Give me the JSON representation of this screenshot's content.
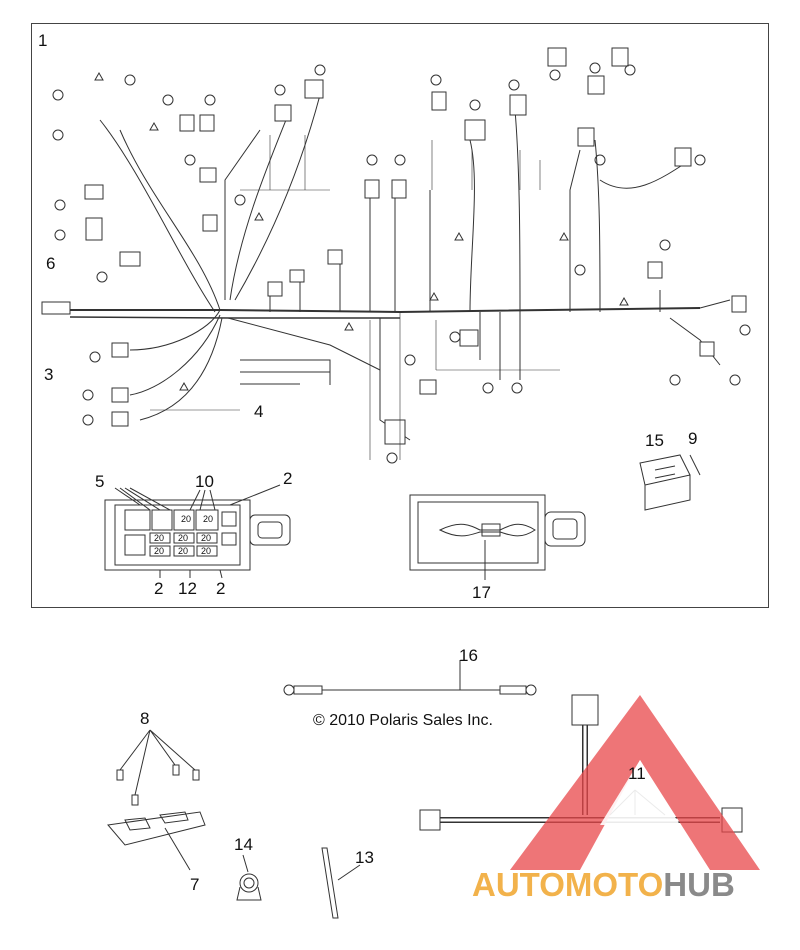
{
  "diagram": {
    "frame_label": "1",
    "callouts": {
      "c2a": "2",
      "c2b": "2",
      "c2c": "2",
      "c3": "3",
      "c4": "4",
      "c5": "5",
      "c6": "6",
      "c7": "7",
      "c8": "8",
      "c9": "9",
      "c10": "10",
      "c11": "11",
      "c12": "12",
      "c13": "13",
      "c14": "14",
      "c15": "15",
      "c16": "16",
      "c17": "17"
    },
    "fuse_labels": [
      "20",
      "20",
      "20",
      "20",
      "20",
      "20",
      "20",
      "20"
    ],
    "copyright": "© 2010 Polaris Sales Inc.",
    "watermark": {
      "part1": "AUTOMOTO",
      "part2": "HUB"
    },
    "colors": {
      "line": "#333333",
      "watermark_red": "#e8474a",
      "watermark_gold": "#f2b24b",
      "watermark_gray": "#8a8a8a"
    }
  }
}
